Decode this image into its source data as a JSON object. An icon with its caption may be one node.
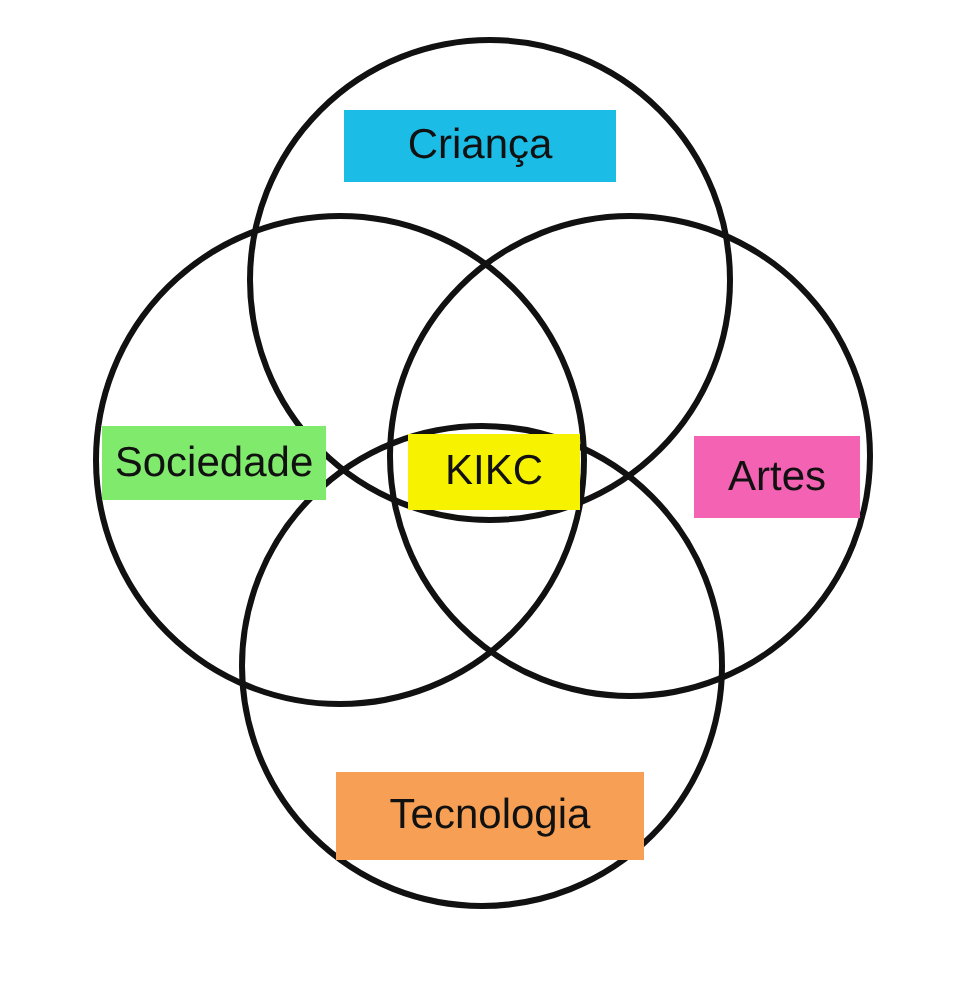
{
  "diagram": {
    "nodes": [
      {
        "text": [
          "Criança"
        ]
      },
      {
        "text": [
          "Sociedade"
        ]
      },
      {
        "text": [
          "KIKC"
        ]
      },
      {
        "text": [
          "Artes"
        ]
      },
      {
        "text": [
          "Tecnologia"
        ]
      }
    ]
  }
}
